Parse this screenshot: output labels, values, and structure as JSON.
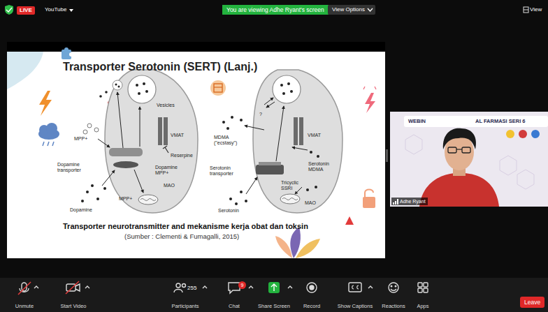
{
  "diagram": {
    "title": "Transporter Serotonin (SERT) (Lanj.)",
    "caption": "Transporter neurotransmitter and mekanisme kerja obat dan toksin",
    "nodes": [
      {
        "text": [
          "LIVE"
        ]
      },
      {
        "text": [
          "You are viewing Adhe Ryant's screen"
        ]
      },
      {
        "text": [
          "View Options"
        ]
      },
      {
        "text": [
          "9"
        ]
      },
      {
        "text": [
          "Leave"
        ]
      },
      {
        "text": [
          "Adhe Ryant"
        ]
      }
    ],
    "labels": [
      "YouTube",
      "View",
      "Vesicles",
      "MPP+",
      "Dopamine transporter",
      "VMAT",
      "Reserpine",
      "Dopamine MPP+",
      "MAO",
      "MPP+",
      "Dopamine",
      "?",
      "MDMA (\"ecstasy\")",
      "VMAT",
      "Serotonin MDMA",
      "Serotonin transporter",
      "Tricyclic SSRI",
      "MAO",
      "Serotonin",
      "(Sumber : Clementi & Fumagalli, 2015)",
      "WEBIN",
      "AL FARMASI SERI 6",
      "Unmute",
      "Start Video",
      "255",
      "Participants",
      "Chat",
      "Share Screen",
      "Record",
      "Show Captions",
      "Reactions",
      "Apps"
    ]
  }
}
